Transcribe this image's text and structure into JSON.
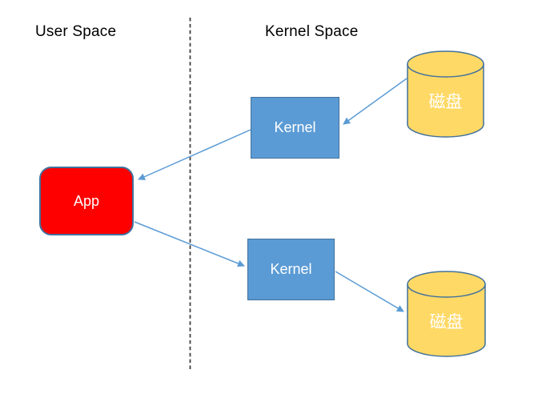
{
  "labels": {
    "user_space": "User Space",
    "kernel_space": "Kernel Space"
  },
  "nodes": {
    "app": {
      "label": "App",
      "fill": "#FF0000",
      "text_color": "#FFFFFF"
    },
    "kernel_top": {
      "label": "Kernel",
      "fill": "#5B9BD5",
      "text_color": "#FFFFFF"
    },
    "kernel_bottom": {
      "label": "Kernel",
      "fill": "#5B9BD5",
      "text_color": "#FFFFFF"
    },
    "disk_top": {
      "label": "磁盘",
      "fill": "#FFD966",
      "text_color": "#FFFFFF"
    },
    "disk_bottom": {
      "label": "磁盘",
      "fill": "#FFD966",
      "text_color": "#FFFFFF"
    }
  },
  "edges": [
    {
      "from": "disk_top",
      "to": "kernel_top"
    },
    {
      "from": "kernel_top",
      "to": "app"
    },
    {
      "from": "app",
      "to": "kernel_bottom"
    },
    {
      "from": "kernel_bottom",
      "to": "disk_bottom"
    }
  ],
  "colors": {
    "arrow": "#5B9BD5",
    "node_border": "#41719C",
    "divider": "#3F3F3F",
    "background": "#FFFFFF",
    "label_text": "#000000"
  }
}
